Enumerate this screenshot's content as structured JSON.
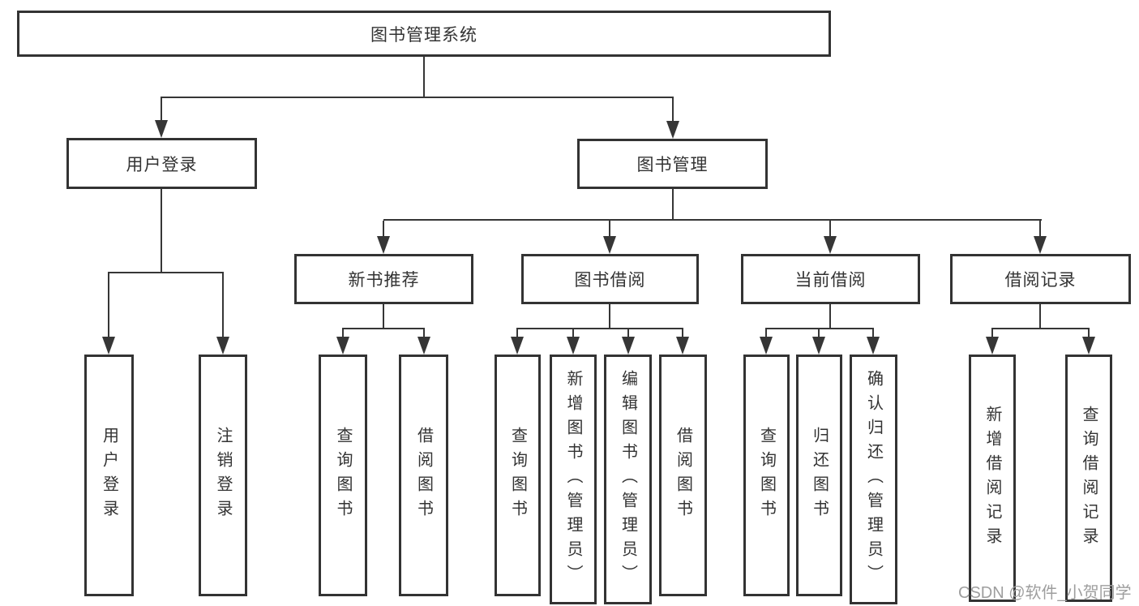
{
  "diagram": {
    "root": {
      "label": "图书管理系统"
    },
    "level2": [
      {
        "label": "用户登录"
      },
      {
        "label": "图书管理"
      }
    ],
    "level3": [
      {
        "label": "新书推荐",
        "parent": "图书管理"
      },
      {
        "label": "图书借阅",
        "parent": "图书管理"
      },
      {
        "label": "当前借阅",
        "parent": "图书管理"
      },
      {
        "label": "借阅记录",
        "parent": "图书管理"
      }
    ],
    "leaves": [
      {
        "label": "用户登录",
        "parent": "用户登录"
      },
      {
        "label": "注销登录",
        "parent": "用户登录"
      },
      {
        "label": "查询图书",
        "parent": "新书推荐"
      },
      {
        "label": "借阅图书",
        "parent": "新书推荐"
      },
      {
        "label": "查询图书",
        "parent": "图书借阅"
      },
      {
        "label": "新增图书（管理员）",
        "parent": "图书借阅"
      },
      {
        "label": "编辑图书（管理员）",
        "parent": "图书借阅"
      },
      {
        "label": "借阅图书",
        "parent": "图书借阅"
      },
      {
        "label": "查询图书",
        "parent": "当前借阅"
      },
      {
        "label": "归还图书",
        "parent": "当前借阅"
      },
      {
        "label": "确认归还（管理员）",
        "parent": "当前借阅"
      },
      {
        "label": "新增借阅记录",
        "parent": "借阅记录"
      },
      {
        "label": "查询借阅记录",
        "parent": "借阅记录"
      }
    ],
    "watermark": "CSDN @软件_小贺同学",
    "colors": {
      "line": "#363636",
      "border": "#333333",
      "text": "#333333",
      "watermark": "#9e9e9e",
      "background": "#ffffff"
    }
  }
}
